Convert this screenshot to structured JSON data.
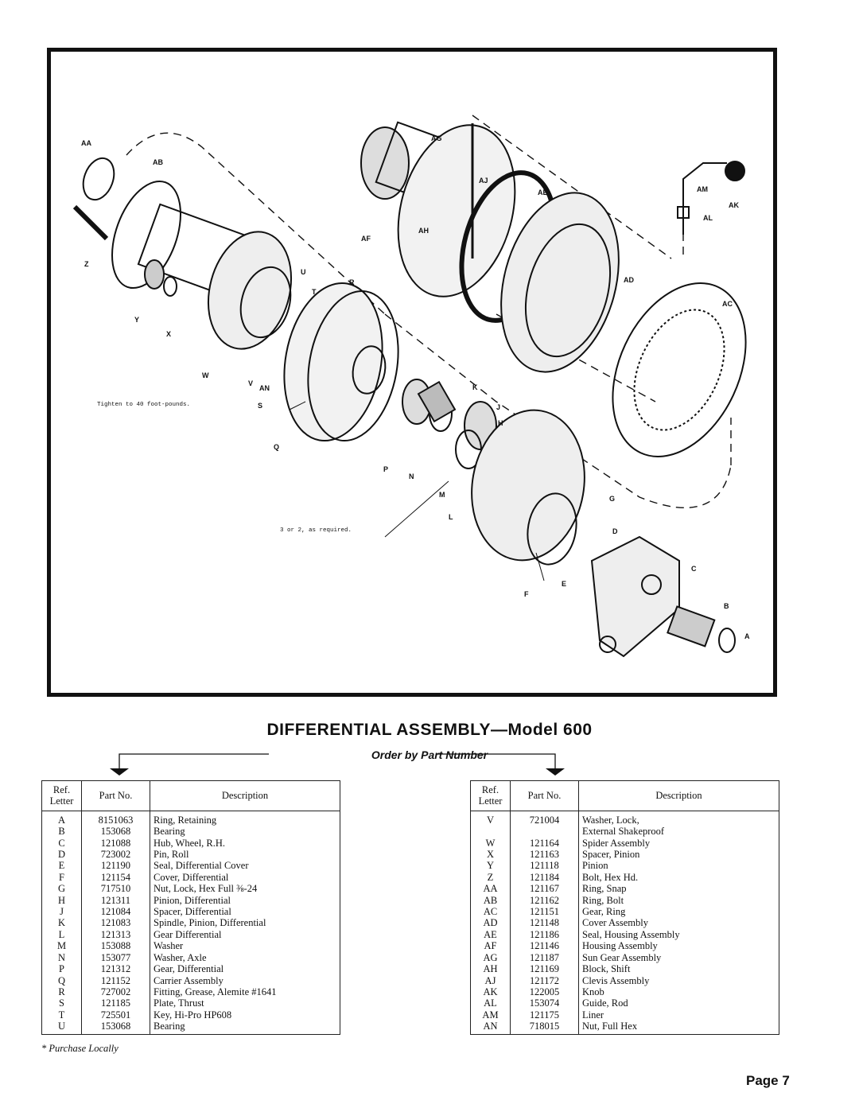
{
  "figure": {
    "labels": [
      "AA",
      "AB",
      "Z",
      "Y",
      "X",
      "W",
      "V",
      "AN",
      "U",
      "T",
      "S",
      "R",
      "Q",
      "P",
      "N",
      "M",
      "L",
      "K",
      "J",
      "H",
      "G",
      "F",
      "E",
      "D",
      "C",
      "B",
      "A",
      "AG",
      "AJ",
      "AF",
      "AH",
      "AE",
      "AD",
      "AC",
      "AM",
      "AK",
      "AL"
    ],
    "note_torque": "Tighten to 40 foot-pounds.",
    "note_required": "3 or 2, as required."
  },
  "title": {
    "main": "DIFFERENTIAL ASSEMBLY—Model 600"
  },
  "subtitle": "Order by Part Number",
  "table_headers": {
    "ref_letter": "Ref. Letter",
    "part_no": "Part No.",
    "description": "Description"
  },
  "left_rows": [
    {
      "ref": "A",
      "part": "8151063",
      "desc": "Ring, Retaining"
    },
    {
      "ref": "B",
      "part": "153068",
      "desc": "Bearing"
    },
    {
      "ref": "C",
      "part": "121088",
      "desc": "Hub, Wheel, R.H."
    },
    {
      "ref": "D",
      "part": "723002",
      "desc": "Pin, Roll"
    },
    {
      "ref": "E",
      "part": "121190",
      "desc": "Seal, Differential Cover"
    },
    {
      "ref": "F",
      "part": "121154",
      "desc": "Cover, Differential"
    },
    {
      "ref": "G",
      "part": "717510",
      "desc": "Nut, Lock, Hex Full ⅜-24"
    },
    {
      "ref": "H",
      "part": "121311",
      "desc": "Pinion, Differential"
    },
    {
      "ref": "J",
      "part": "121084",
      "desc": "Spacer, Differential"
    },
    {
      "ref": "K",
      "part": "121083",
      "desc": "Spindle, Pinion, Differential"
    },
    {
      "ref": "L",
      "part": "121313",
      "desc": "Gear Differential"
    },
    {
      "ref": "M",
      "part": "153088",
      "desc": "Washer"
    },
    {
      "ref": "N",
      "part": "153077",
      "desc": "Washer, Axle"
    },
    {
      "ref": "P",
      "part": "121312",
      "desc": "Gear, Differential"
    },
    {
      "ref": "Q",
      "part": "121152",
      "desc": "Carrier Assembly"
    },
    {
      "ref": "R",
      "part": "727002",
      "desc": "Fitting, Grease, Alemite #1641"
    },
    {
      "ref": "S",
      "part": "121185",
      "desc": "Plate, Thrust"
    },
    {
      "ref": "T",
      "part": "725501",
      "desc": "Key, Hi-Pro HP608"
    },
    {
      "ref": "U",
      "part": "153068",
      "desc": "Bearing"
    }
  ],
  "right_rows": [
    {
      "ref": "V",
      "part": "721004",
      "desc": "Washer, Lock,"
    },
    {
      "ref": "",
      "part": "",
      "desc": "External Shakeproof"
    },
    {
      "ref": "W",
      "part": "121164",
      "desc": "Spider Assembly"
    },
    {
      "ref": "X",
      "part": "121163",
      "desc": "Spacer, Pinion"
    },
    {
      "ref": "Y",
      "part": "121118",
      "desc": "Pinion"
    },
    {
      "ref": "Z",
      "part": "121184",
      "desc": "Bolt, Hex Hd."
    },
    {
      "ref": "AA",
      "part": "121167",
      "desc": "Ring, Snap"
    },
    {
      "ref": "AB",
      "part": "121162",
      "desc": "Ring, Bolt"
    },
    {
      "ref": "AC",
      "part": "121151",
      "desc": "Gear, Ring"
    },
    {
      "ref": "AD",
      "part": "121148",
      "desc": "Cover Assembly"
    },
    {
      "ref": "AE",
      "part": "121186",
      "desc": "Seal, Housing Assembly"
    },
    {
      "ref": "AF",
      "part": "121146",
      "desc": "Housing Assembly"
    },
    {
      "ref": "AG",
      "part": "121187",
      "desc": "Sun Gear Assembly"
    },
    {
      "ref": "AH",
      "part": "121169",
      "desc": "Block, Shift"
    },
    {
      "ref": "AJ",
      "part": "121172",
      "desc": "Clevis Assembly"
    },
    {
      "ref": "AK",
      "part": "122005",
      "desc": "Knob"
    },
    {
      "ref": "AL",
      "part": "153074",
      "desc": "Guide, Rod"
    },
    {
      "ref": "AM",
      "part": "121175",
      "desc": "Liner"
    },
    {
      "ref": "AN",
      "part": "718015",
      "desc": "Nut, Full Hex"
    }
  ],
  "footnote": "* Purchase Locally",
  "page": "Page 7"
}
